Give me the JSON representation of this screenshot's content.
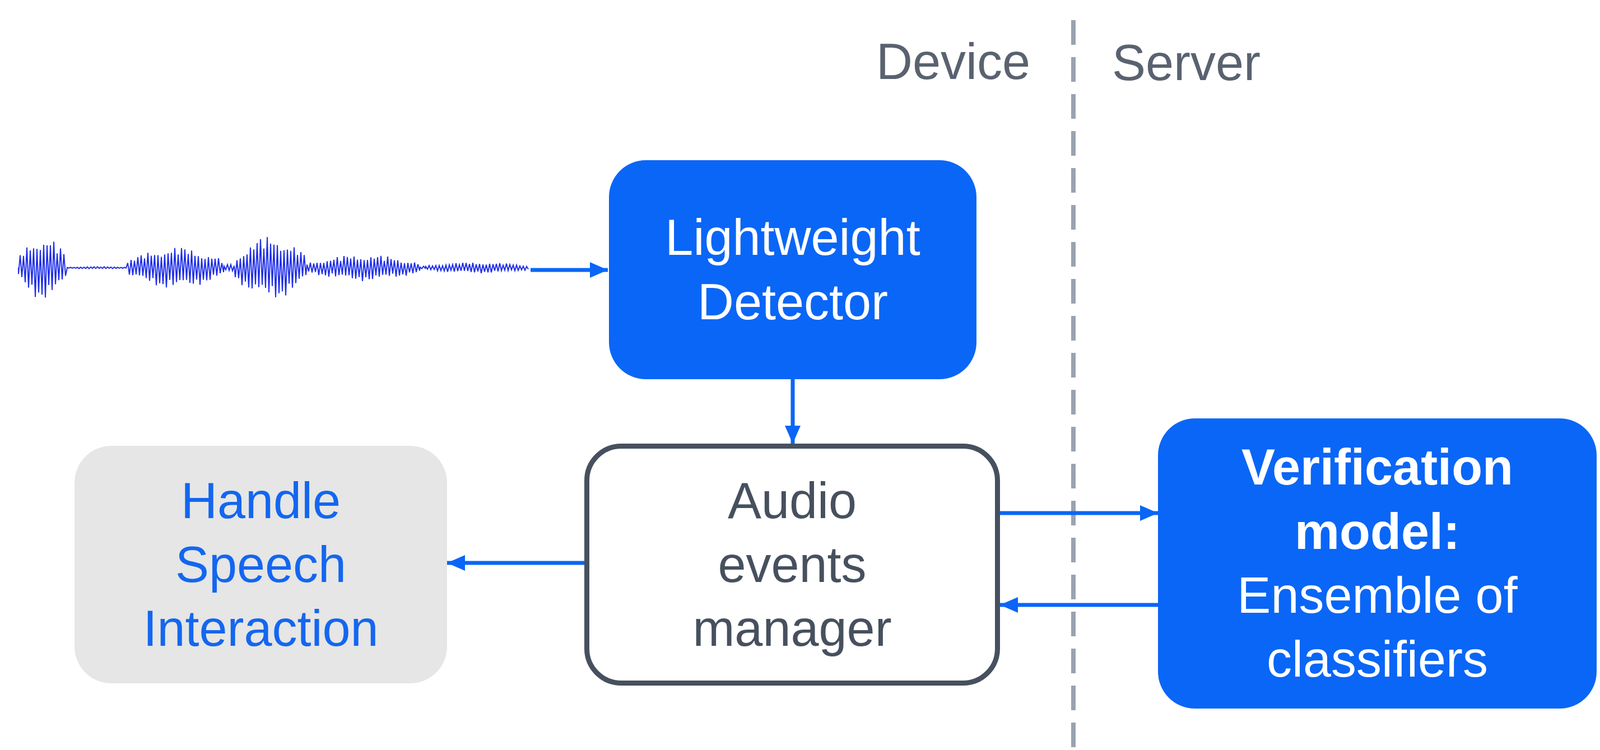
{
  "diagram": {
    "nodes": [
      {
        "text": [
          "Lightweight Detector"
        ]
      },
      {
        "text": [
          "Handle Speech Interaction"
        ]
      },
      {
        "text": [
          "Audio events manager"
        ]
      },
      {
        "text": [
          "Verification model:",
          "Ensemble of classifiers"
        ]
      }
    ],
    "edges": [
      {
        "from": 0,
        "to": 2,
        "arrow": "to"
      },
      {
        "from": 2,
        "to": 3,
        "arrow": "to"
      },
      {
        "from": 3,
        "to": 2,
        "arrow": "to"
      },
      {
        "from": 2,
        "to": 1,
        "arrow": "to"
      }
    ],
    "labels": [
      "Device",
      "Server"
    ]
  }
}
